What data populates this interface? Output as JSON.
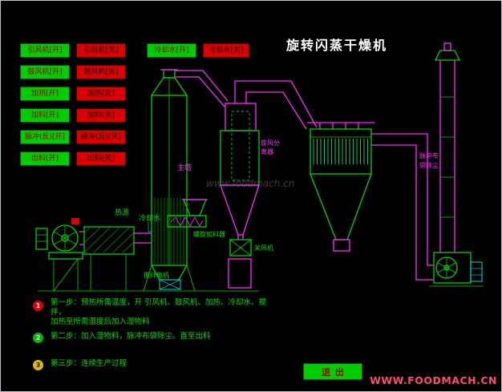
{
  "title": "旋转闪蒸干燥机",
  "watermark": "www.foodmach.cn",
  "footer": "WWW.FOODMACH.CN",
  "colors": {
    "green": "#00cc00",
    "green2": "#00d400",
    "red": "#dd0000",
    "magenta": "#ff2bff",
    "cyan": "#00c8c8",
    "steptext": "#00dd00",
    "footercolor": "#ff4d6a"
  },
  "buttons": {
    "on": [
      "引风机[开]",
      "鼓风机[开]",
      "加热[开]",
      "加料[开]",
      "脉冲(反)[开]",
      "出料[开]"
    ],
    "off": [
      "引风机[关]",
      "鼓风机[关]",
      "加热[关]",
      "加料[关]",
      "脉冲(反)[关]",
      "出料[关]"
    ],
    "cooling_on": "冷却水[开]",
    "cooling_off": "冷却水[关]",
    "exit": "退出"
  },
  "diagram": {
    "labels": {
      "heat_source": "热源",
      "cooling_water": "冷却水",
      "main_tower": "主塔",
      "cyclone_line1": "旋风分",
      "cyclone_line2": "离器",
      "screw_feeder": "螺旋加料器",
      "rotary_valve": "关风机",
      "agitator": "搅拌电机",
      "bag_filter_line1": "脉冲布",
      "bag_filter_line2": "袋除尘"
    }
  },
  "steps": [
    {
      "num": "1",
      "lines": [
        "第一步：预热所需温度，开 引风机、鼓风机、加热、冷却水、搅",
        "拌，",
        "加热至所需温度后加入湿物料"
      ]
    },
    {
      "num": "2",
      "lines": [
        "第二步：加入湿物料，脉冲布袋除尘。直至出料"
      ]
    },
    {
      "num": "3",
      "lines": [
        "第三步：连续生产过程"
      ]
    }
  ]
}
